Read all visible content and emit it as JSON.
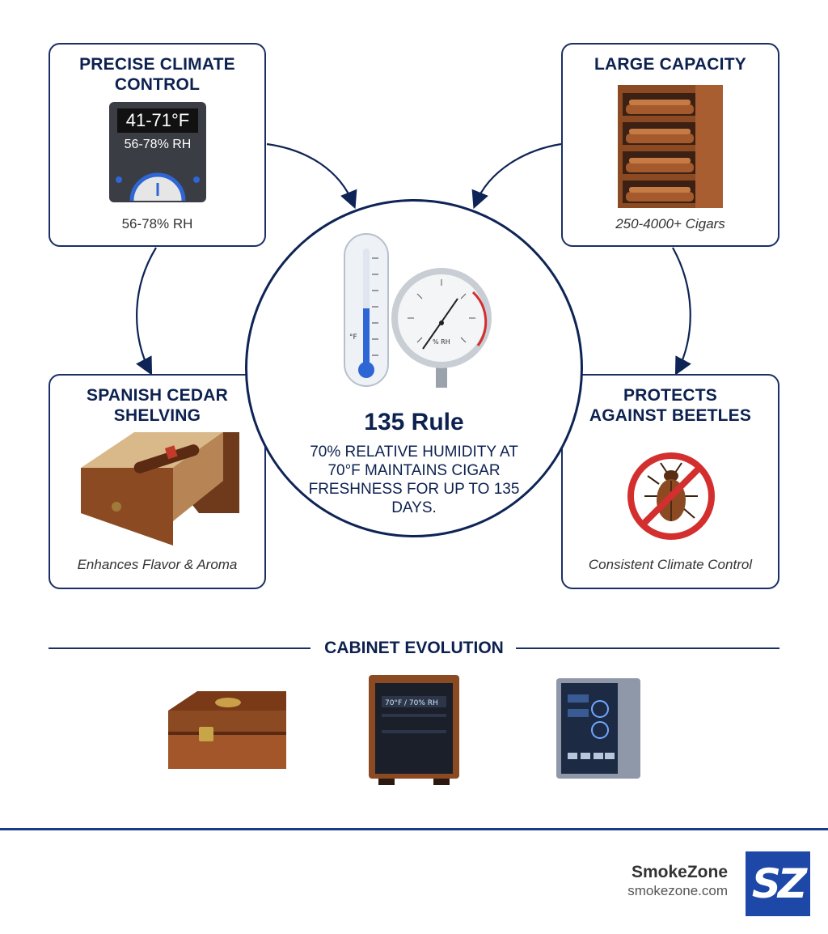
{
  "cards": {
    "climate": {
      "title_line1": "PRECISE CLIMATE",
      "title_line2": "CONTROL",
      "display_temp": "41-71°F",
      "display_rh": "56-78% RH",
      "caption": "56-78% RH"
    },
    "capacity": {
      "title": "LARGE CAPACITY",
      "caption": "250-4000+ Cigars"
    },
    "cedar": {
      "title_line1": "SPANISH CEDAR",
      "title_line2": "SHELVING",
      "caption": "Enhances Flavor & Aroma"
    },
    "beetles": {
      "title_line1": "PROTECTS",
      "title_line2": "AGAINST BEETLES",
      "caption": "Consistent Climate Control"
    }
  },
  "center": {
    "title": "135 Rule",
    "body": "70% relative humidity at 70°F maintains cigar freshness for up to 135 days.",
    "thermometer_unit": "°F",
    "gauge_label": "% RH"
  },
  "evolution": {
    "heading": "CABINET EVOLUTION",
    "cabinet_display": "70°F / 70% RH"
  },
  "brand": {
    "name": "SmokeZone",
    "url": "smokezone.com",
    "logo_text": "SZ"
  },
  "colors": {
    "navy": "#0d2150",
    "accent_blue": "#1d48a8",
    "wood": "#8b4a22",
    "prohibit_red": "#d32f2f"
  }
}
